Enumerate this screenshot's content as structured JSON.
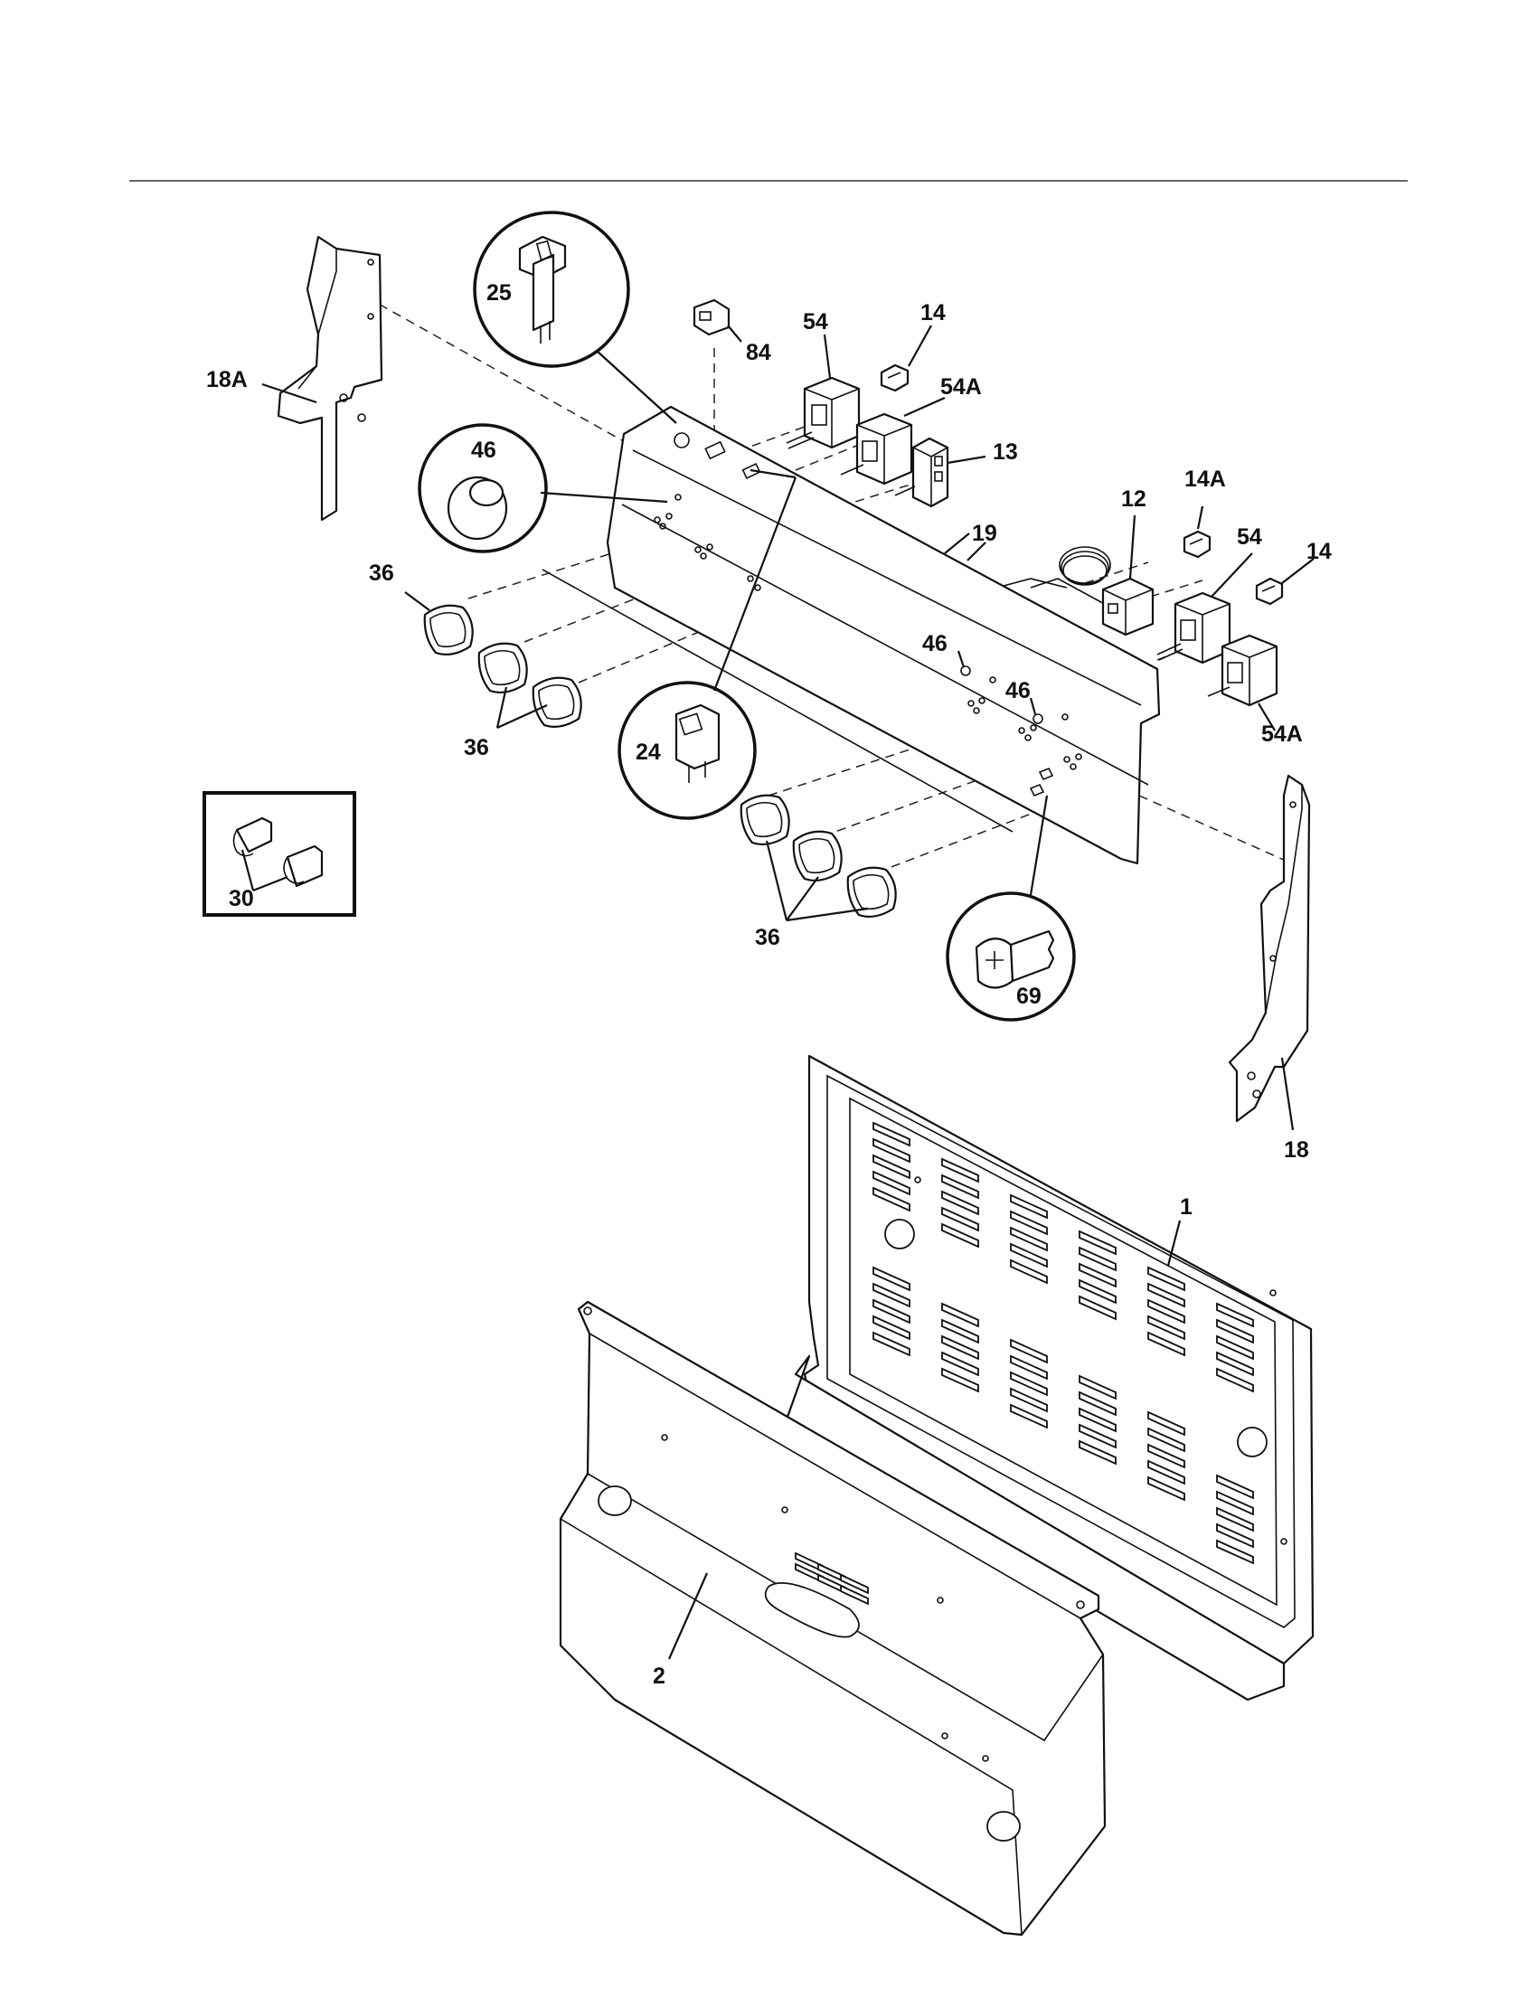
{
  "labels": {
    "p18a": "18A",
    "p25": "25",
    "p84": "84",
    "p54_top": "54",
    "p14_top": "14",
    "p54a_top": "54A",
    "p13": "13",
    "p46_callout": "46",
    "p12": "12",
    "p14a": "14A",
    "p54_right": "54",
    "p14_right": "14",
    "p19": "19",
    "p36_left": "36",
    "p36_group_left": "36",
    "p46_a": "46",
    "p46_b": "46",
    "p24": "24",
    "p54a_right": "54A",
    "p30": "30",
    "p36_group_right": "36",
    "p69": "69",
    "p18": "18",
    "p1": "1",
    "p2": "2"
  }
}
